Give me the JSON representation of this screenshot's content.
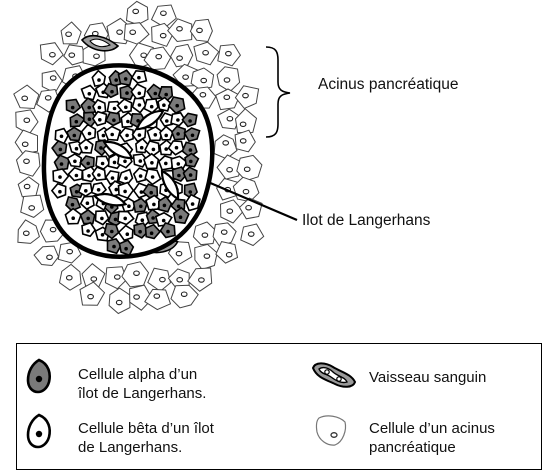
{
  "labels": {
    "acinus": "Acinus pancréatique",
    "ilot": "Ilot de Langerhans"
  },
  "legend": {
    "items": [
      {
        "id": "alpha",
        "lines": [
          "Cellule alpha d’un",
          "îlot de Langerhans."
        ],
        "icon": "alpha-cell-icon"
      },
      {
        "id": "beta",
        "lines": [
          "Cellule bêta d’un îlot",
          "de Langerhans."
        ],
        "icon": "beta-cell-icon"
      },
      {
        "id": "vessel",
        "lines": [
          "Vaisseau sanguin"
        ],
        "icon": "blood-vessel-icon"
      },
      {
        "id": "acinar",
        "lines": [
          "Cellule d’un acinus",
          "pancréatique"
        ],
        "icon": "acinar-cell-icon"
      }
    ]
  },
  "colors": {
    "alpha_fill": "#7a7a7a",
    "beta_fill": "#ffffff",
    "vessel_fill": "#9a9a9a",
    "outline": "#000000",
    "acinar_outline": "#444444"
  }
}
